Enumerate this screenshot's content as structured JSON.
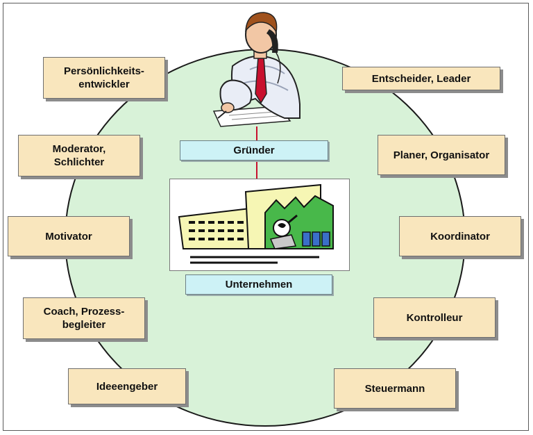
{
  "diagram": {
    "center": {
      "founder_label": "Gründer",
      "company_label": "Unternehmen"
    },
    "roles_left": [
      {
        "lines": [
          "Persönlichkeits-",
          "entwickler"
        ]
      },
      {
        "lines": [
          "Moderator,",
          "Schlichter"
        ]
      },
      {
        "lines": [
          "Motivator"
        ]
      },
      {
        "lines": [
          "Coach, Prozess-",
          "begleiter"
        ]
      },
      {
        "lines": [
          "Ideeengeber"
        ]
      }
    ],
    "roles_right": [
      {
        "lines": [
          "Entscheider, Leader"
        ]
      },
      {
        "lines": [
          "Planer, Organisator"
        ]
      },
      {
        "lines": [
          "Koordinator"
        ]
      },
      {
        "lines": [
          "Kontrolleur"
        ]
      },
      {
        "lines": [
          "Steuermann"
        ]
      }
    ]
  },
  "colors": {
    "circle_fill": "#d8f2d8",
    "role_fill": "#f9e6bd",
    "label_fill": "#cdf2f6",
    "connector": "#c8102e"
  }
}
